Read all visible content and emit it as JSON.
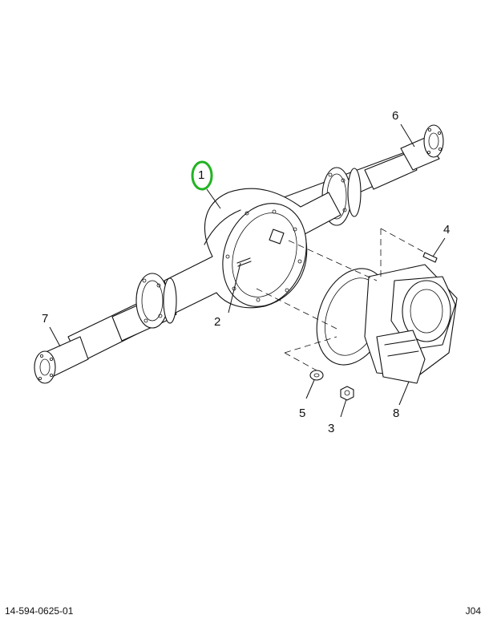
{
  "callouts": [
    {
      "id": "1",
      "label": "1",
      "highlighted": true,
      "highlight_color": "#22b322"
    },
    {
      "id": "2",
      "label": "2"
    },
    {
      "id": "3",
      "label": "3"
    },
    {
      "id": "4",
      "label": "4"
    },
    {
      "id": "5",
      "label": "5"
    },
    {
      "id": "6",
      "label": "6"
    },
    {
      "id": "7",
      "label": "7"
    },
    {
      "id": "8",
      "label": "8"
    }
  ],
  "footer": {
    "document_number": "14-594-0625-01",
    "sheet_code": "J04"
  }
}
